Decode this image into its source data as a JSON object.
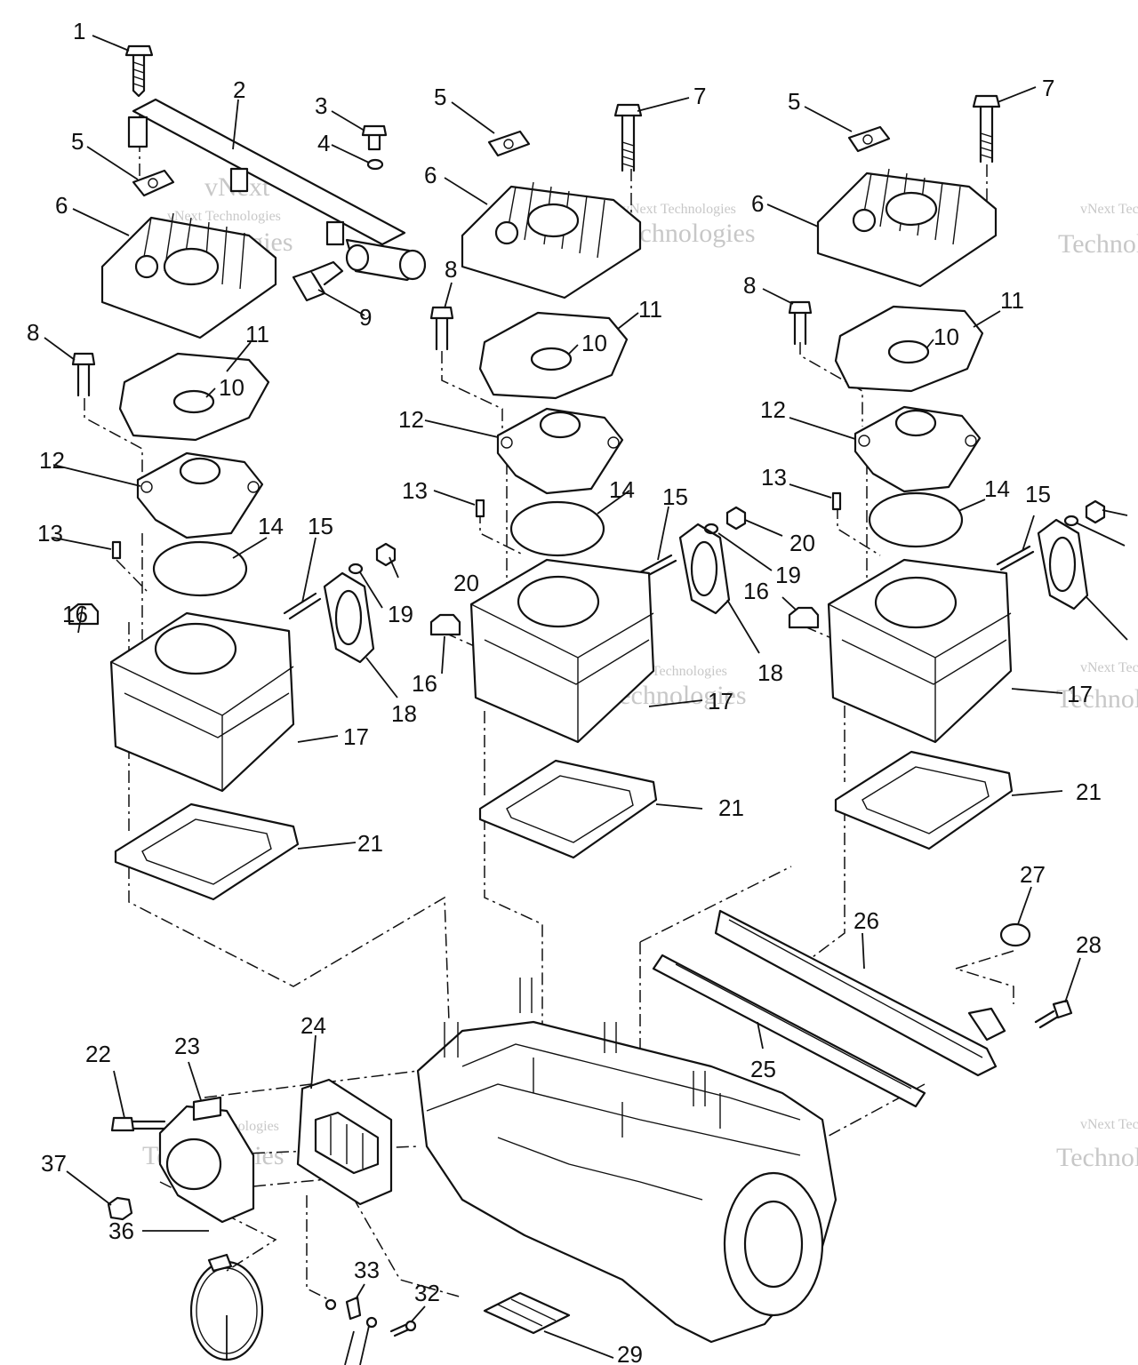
{
  "watermark": {
    "line1": "vNext Technologies",
    "line2": "Technologies",
    "line3": "vNext"
  },
  "callouts": [
    "1",
    "2",
    "3",
    "4",
    "5",
    "6",
    "7",
    "8",
    "9",
    "10",
    "11",
    "12",
    "13",
    "14",
    "15",
    "16",
    "17",
    "18",
    "19",
    "20",
    "21",
    "22",
    "23",
    "24",
    "25",
    "26",
    "27",
    "28",
    "29",
    "32",
    "33",
    "36",
    "37"
  ]
}
